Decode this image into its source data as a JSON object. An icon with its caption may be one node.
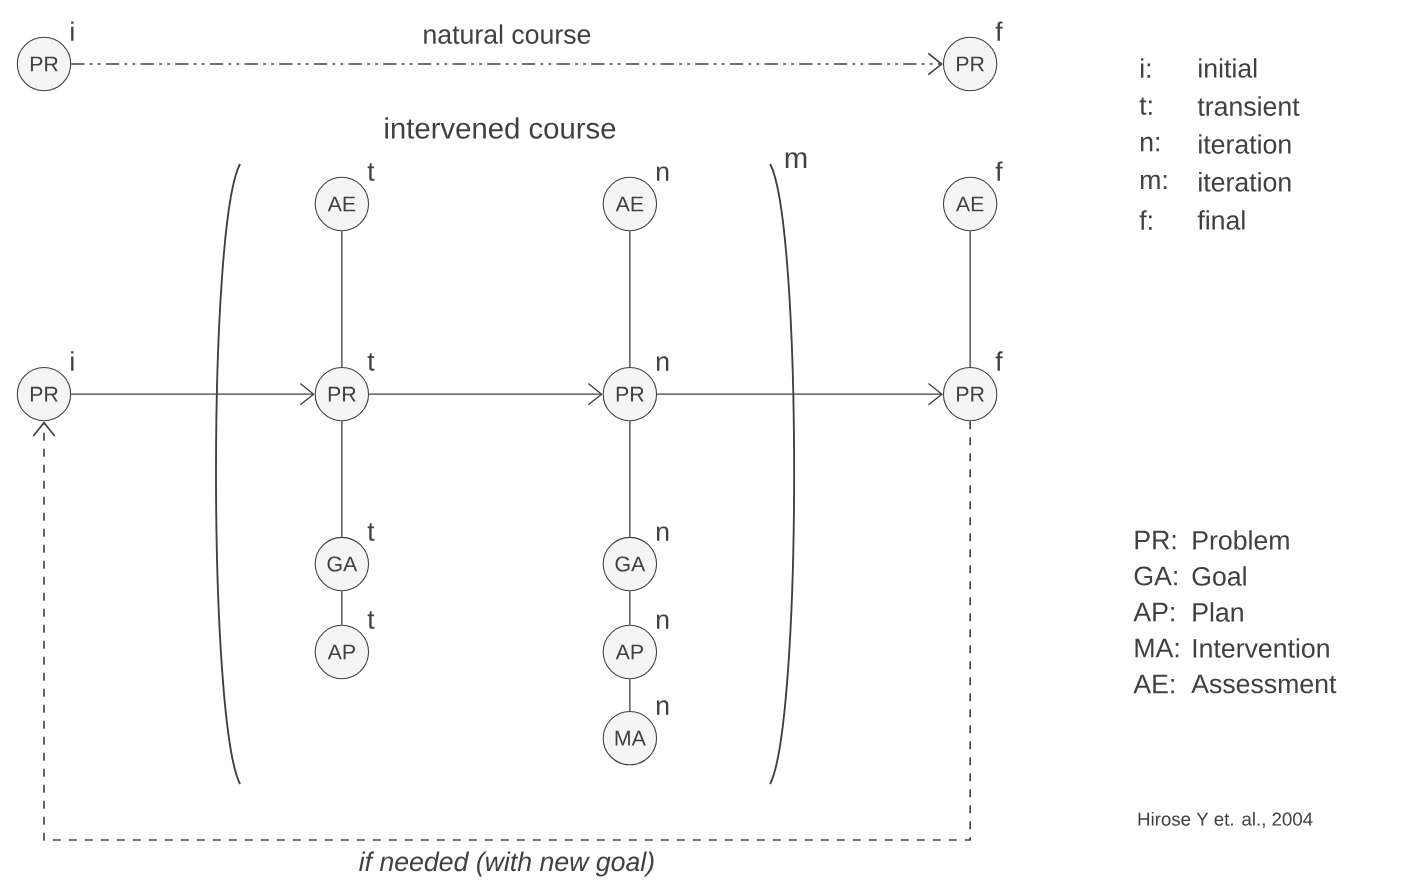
{
  "diagram": {
    "nodes": [
      {
        "text": [
          "PR"
        ],
        "beside": [
          "i"
        ]
      },
      {
        "text": [
          "PR"
        ],
        "beside": [
          "f"
        ]
      },
      {
        "text": [
          "AE"
        ],
        "beside": [
          "t"
        ]
      },
      {
        "text": [
          "AE"
        ],
        "beside": [
          "n"
        ]
      },
      {
        "text": [
          "AE"
        ],
        "beside": [
          "f"
        ]
      },
      {
        "text": [
          "PR"
        ],
        "beside": [
          "i"
        ]
      },
      {
        "text": [
          "PR"
        ],
        "beside": [
          "t"
        ]
      },
      {
        "text": [
          "PR"
        ],
        "beside": [
          "n"
        ]
      },
      {
        "text": [
          "PR"
        ],
        "beside": [
          "f"
        ]
      },
      {
        "text": [
          "GA"
        ],
        "beside": [
          "t"
        ]
      },
      {
        "text": [
          "GA"
        ],
        "beside": [
          "n"
        ]
      },
      {
        "text": [
          "AP"
        ],
        "beside": [
          "t"
        ]
      },
      {
        "text": [
          "AP"
        ],
        "beside": [
          "n"
        ]
      },
      {
        "text": [
          "MA"
        ],
        "beside": [
          "n"
        ]
      }
    ],
    "edges": [
      {
        "from": 0,
        "to": 1,
        "arrow": "to",
        "label": "natural course",
        "style": "dashed"
      },
      {
        "from": 5,
        "to": 6,
        "arrow": "to"
      },
      {
        "from": 6,
        "to": 7,
        "arrow": "to"
      },
      {
        "from": 7,
        "to": 8,
        "arrow": "to"
      },
      {
        "from": 2,
        "to": 6,
        "arrow": "none"
      },
      {
        "from": 6,
        "to": 9,
        "arrow": "none"
      },
      {
        "from": 9,
        "to": 11,
        "arrow": "none"
      },
      {
        "from": 3,
        "to": 7,
        "arrow": "none"
      },
      {
        "from": 7,
        "to": 10,
        "arrow": "none"
      },
      {
        "from": 10,
        "to": 12,
        "arrow": "none"
      },
      {
        "from": 12,
        "to": 13,
        "arrow": "none"
      },
      {
        "from": 4,
        "to": 8,
        "arrow": "none"
      },
      {
        "from": 8,
        "to": 5,
        "arrow": "to",
        "style": "dashed",
        "label": "if needed (with new goal)"
      }
    ],
    "labels": [
      "intervened course",
      "m",
      "i:",
      "initial",
      "t:",
      "transient",
      "n:",
      "iteration",
      "m:",
      "iteration",
      "f:",
      "final",
      "PR:",
      "Problem",
      "GA:",
      "Goal",
      "AP:",
      "Plan",
      "MA:",
      "Intervention",
      "AE:",
      "Assessment",
      "Hirose Y et. al., 2004"
    ]
  }
}
